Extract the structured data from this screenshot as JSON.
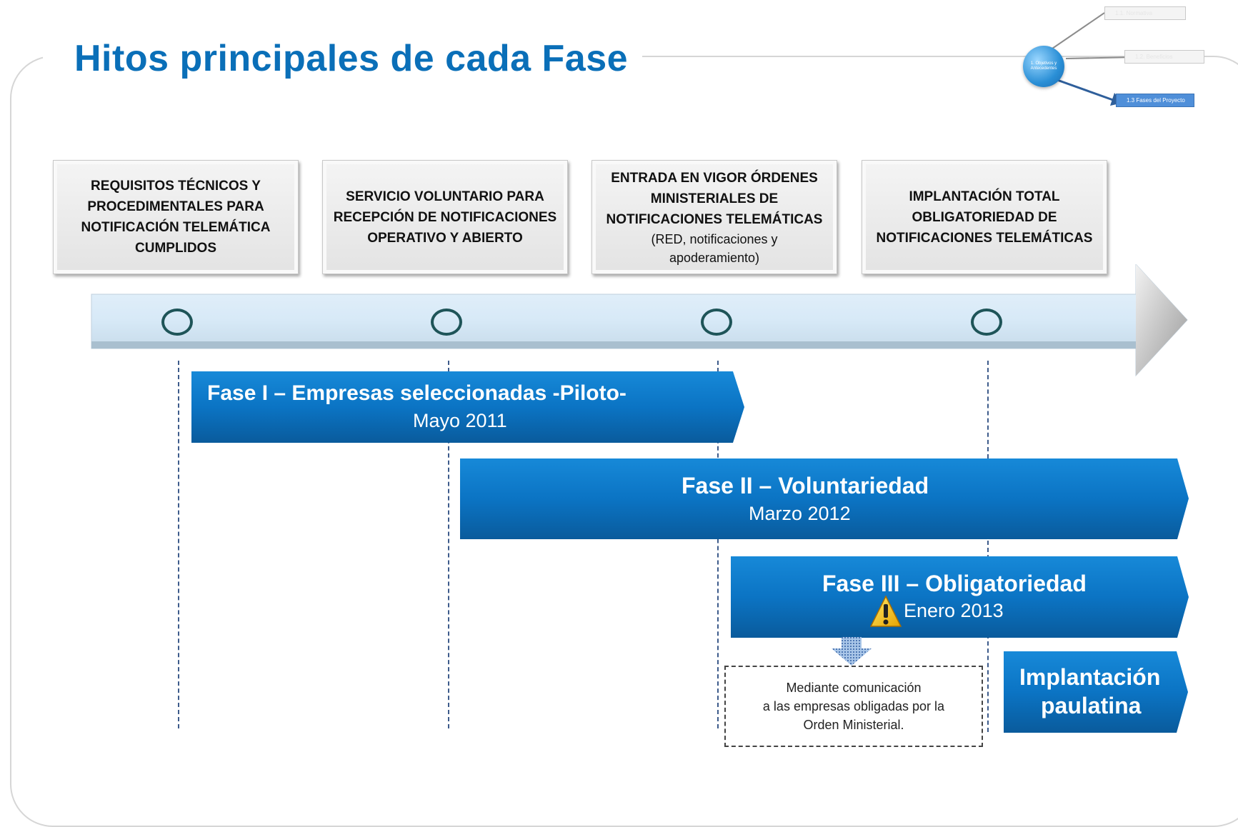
{
  "title": "Hitos principales de cada Fase",
  "nav": {
    "center": "1. Objetivos y Antecedentes",
    "item1": "1.1. Normativa",
    "item2": "1.2. Beneficios",
    "item3": "1.3 Fases del Proyecto"
  },
  "milestones": [
    {
      "title": "REQUISITOS TÉCNICOS Y\nPROCEDIMENTALES PARA\nNOTIFICACIÓN TELEMÁTICA\nCUMPLIDOS",
      "sub": ""
    },
    {
      "title": "SERVICIO VOLUNTARIO PARA\nRECEPCIÓN DE NOTIFICACIONES\nOPERATIVO Y ABIERTO",
      "sub": ""
    },
    {
      "title": "ENTRADA EN VIGOR ÓRDENES\nMINISTERIALES DE\nNOTIFICACIONES TELEMÁTICAS",
      "sub": "(RED, notificaciones y\napoderamiento)"
    },
    {
      "title": "IMPLANTACIÓN TOTAL\nOBLIGATORIEDAD DE\nNOTIFICACIONES TELEMÁTICAS",
      "sub": ""
    }
  ],
  "phases": [
    {
      "title": "Fase I – Empresas seleccionadas -Piloto-",
      "date": "Mayo 2011"
    },
    {
      "title": "Fase II – Voluntariedad",
      "date": "Marzo 2012"
    },
    {
      "title": "Fase III – Obligatoriedad",
      "date": "Enero 2013"
    }
  ],
  "implantacion": {
    "line1": "Implantación",
    "line2": "paulatina"
  },
  "note": "Mediante comunicación\na las empresas obligadas por la\nOrden Ministerial.",
  "colors": {
    "title": "#0a6fb8",
    "phase": "#0b74c4",
    "phase_dark": "#0a5b9c",
    "timeline": "#dcecf8"
  }
}
